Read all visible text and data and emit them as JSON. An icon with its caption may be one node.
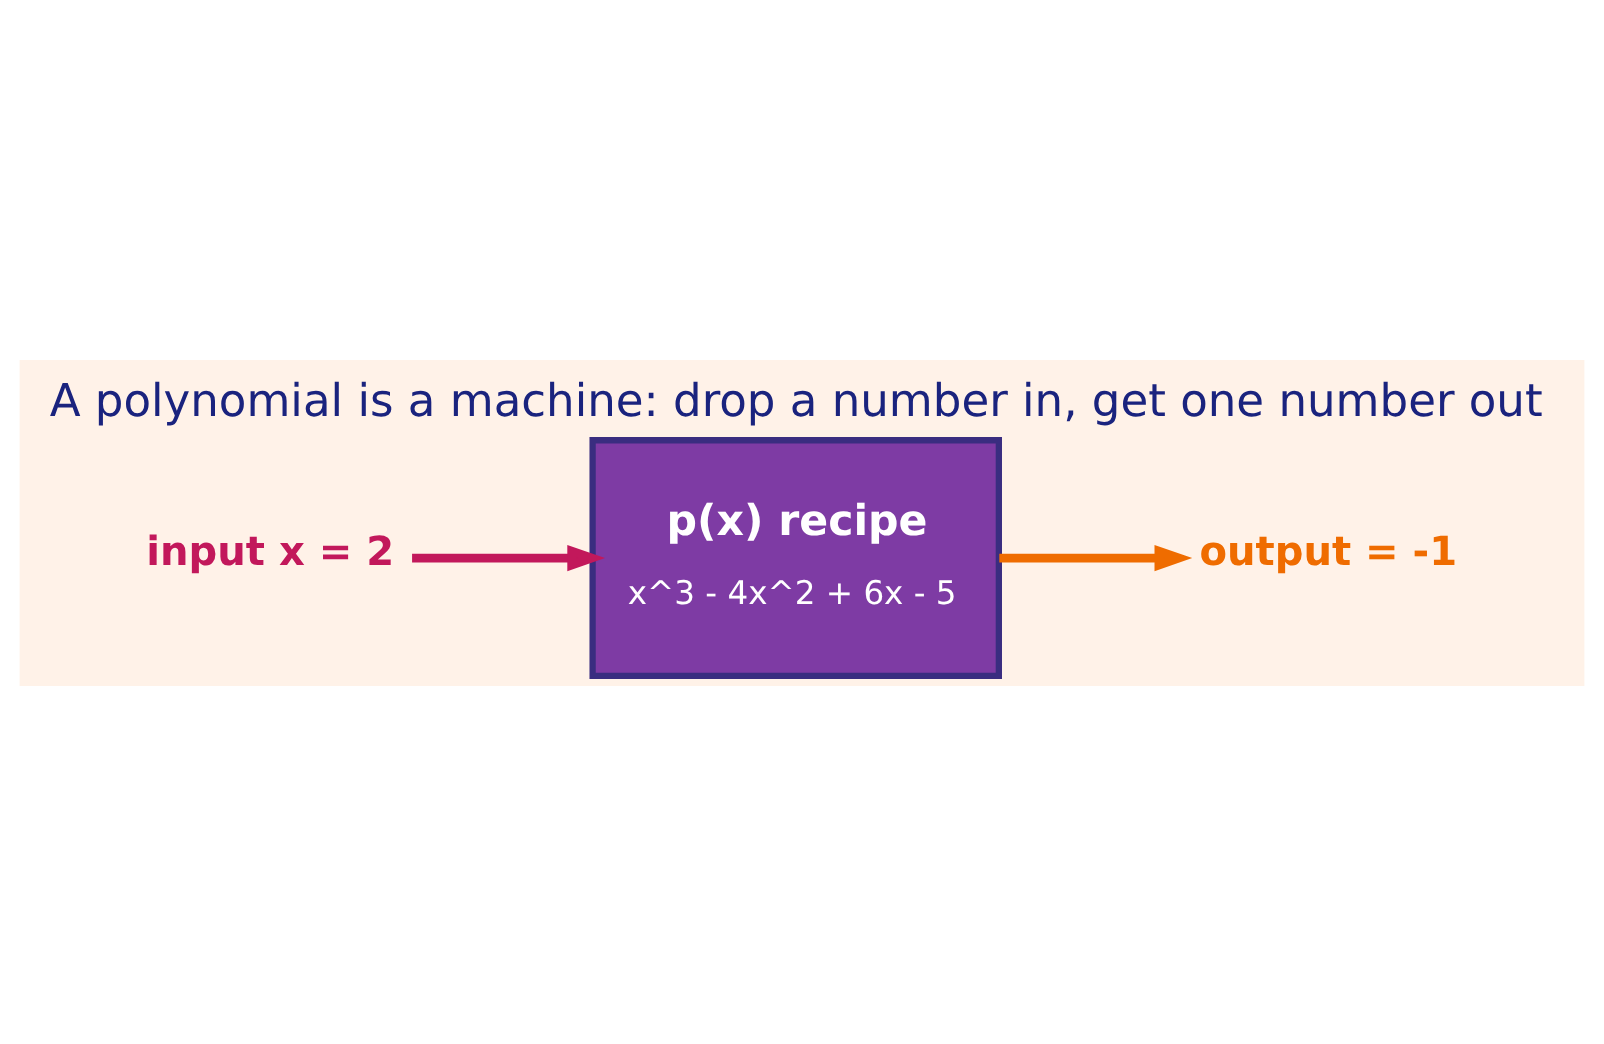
{
  "diagram": {
    "title": "A polynomial is a machine: drop a number in, get one number out",
    "nodes": [
      {
        "text": [
          "input x = 2"
        ]
      },
      {
        "text": [
          "p(x) recipe",
          "x^3 - 4x^2 + 6x - 5"
        ]
      },
      {
        "text": [
          "output = -1"
        ]
      }
    ],
    "edges": [
      {
        "from": 0,
        "to": 1,
        "arrow": "to",
        "color": "#c2185b"
      },
      {
        "from": 1,
        "to": 2,
        "arrow": "to",
        "color": "#ef6c00"
      }
    ]
  }
}
